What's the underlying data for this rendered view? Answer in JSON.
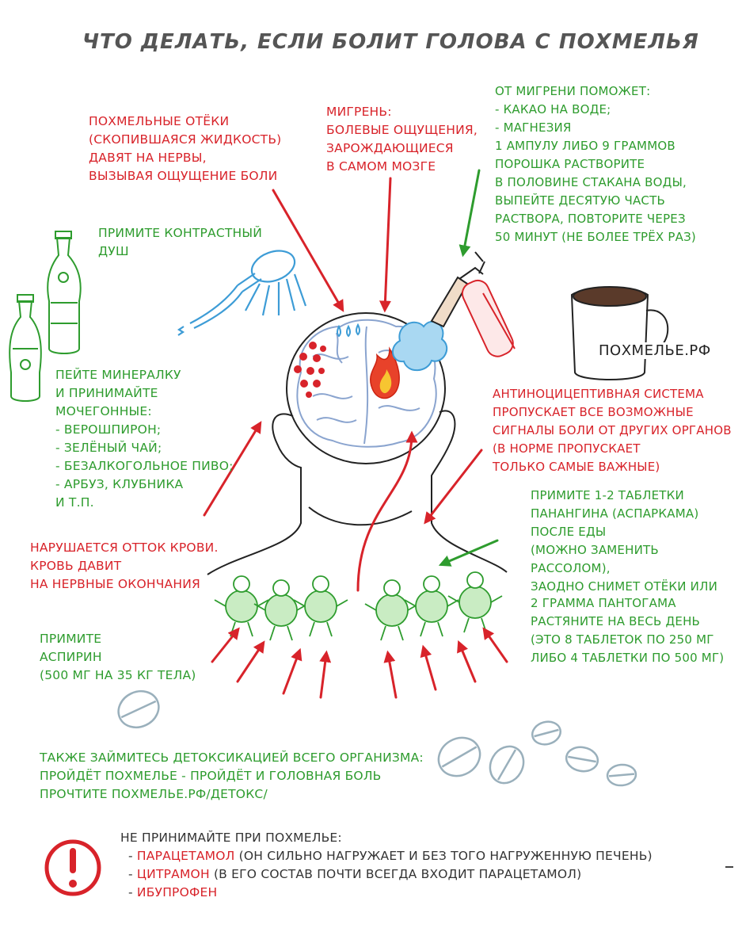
{
  "title": "ЧТО ДЕЛАТЬ, ЕСЛИ БОЛИТ ГОЛОВА С ПОХМЕЛЬЯ",
  "notes": {
    "edema": "ПОХМЕЛЬНЫЕ ОТЁКИ\n(СКОПИВШАЯСЯ ЖИДКОСТЬ)\nДАВЯТ НА НЕРВЫ,\nВЫЗЫВАЯ ОЩУЩЕНИЕ БОЛИ",
    "migraine": "МИГРЕНЬ:\nБОЛЕВЫЕ ОЩУЩЕНИЯ,\nЗАРОЖДАЮЩИЕСЯ\nВ САМОМ МОЗГЕ",
    "migraine_help": "ОТ МИГРЕНИ ПОМОЖЕТ:\n- КАКАО НА ВОДЕ;\n- МАГНЕЗИЯ\n1 АМПУЛУ ЛИБО 9 ГРАММОВ\nПОРОШКА РАСТВОРИТЕ\nВ ПОЛОВИНЕ СТАКАНА ВОДЫ,\nВЫПЕЙТЕ ДЕСЯТУЮ ЧАСТЬ\nРАСТВОРА, ПОВТОРИТЕ ЧЕРЕЗ\n50 МИНУТ (НЕ БОЛЕЕ ТРЁХ РАЗ)",
    "shower": "ПРИМИТЕ КОНТРАСТНЫЙ\nДУШ",
    "mineral": "ПЕЙТЕ МИНЕРАЛКУ\nИ ПРИНИМАЙТЕ\nМОЧЕГОННЫЕ:\n- ВЕРОШПИРОН;\n- ЗЕЛЁНЫЙ ЧАЙ;\n- БЕЗАЛКОГОЛЬНОЕ ПИВО;\n- АРБУЗ, КЛУБНИКА\nИ Т.П.",
    "antinoci": "АНТИНОЦИЦЕПТИВНАЯ СИСТЕМА\nПРОПУСКАЕТ ВСЕ ВОЗМОЖНЫЕ\nСИГНАЛЫ БОЛИ ОТ ДРУГИХ ОРГАНОВ\n(В НОРМЕ ПРОПУСКАЕТ\nТОЛЬКО САМЫЕ ВАЖНЫЕ)",
    "panangin": "ПРИМИТЕ 1-2 ТАБЛЕТКИ\nПАНАНГИНА (АСПАРКАМА)\nПОСЛЕ ЕДЫ\n(МОЖНО ЗАМЕНИТЬ РАССОЛОМ),\nЗАОДНО СНИМЕТ ОТЁКИ ИЛИ",
    "blood": "НАРУШАЕТСЯ ОТТОК КРОВИ.\nКРОВЬ ДАВИТ\nНА НЕРВНЫЕ ОКОНЧАНИЯ",
    "pantogam": "2 ГРАММА ПАНТОГАМА\nРАСТЯНИТЕ НА ВЕСЬ  ДЕНЬ\n(ЭТО 8 ТАБЛЕТОК ПО 250 МГ\nЛИБО 4 ТАБЛЕТКИ ПО 500 МГ)",
    "aspirin": "ПРИМИТЕ\nАСПИРИН\n(500 МГ НА 35 КГ ТЕЛА)",
    "detox": "ТАКЖЕ ЗАЙМИТЕСЬ ДЕТОКСИКАЦИЕЙ ВСЕГО ОРГАНИЗМА:\nПРОЙДЁТ ПОХМЕЛЬЕ - ПРОЙДЁТ И ГОЛОВНАЯ БОЛЬ\nПРОЧТИТЕ ПОХМЕЛЬЕ.РФ/ДЕТОКС/"
  },
  "mug_label": "ПОХМЕЛЬЕ.РФ",
  "warning": {
    "heading": "НЕ ПРИНИМАЙТЕ ПРИ ПОХМЕЛЬЕ:",
    "items": [
      {
        "dash": "- ",
        "name": "ПАРАЦЕТАМОЛ",
        "rest": " (ОН СИЛЬНО НАГРУЖАЕТ И БЕЗ ТОГО НАГРУЖЕННУЮ ПЕЧЕНЬ)"
      },
      {
        "dash": "- ",
        "name": "ЦИТРАМОН",
        "rest": " (В ЕГО СОСТАВ ПОЧТИ ВСЕГДА ВХОДИТ ПАРАЦЕТАМОЛ)"
      },
      {
        "dash": "- ",
        "name": "ИБУПРОФЕН",
        "rest": ""
      }
    ]
  },
  "colors": {
    "red": "#d8232a",
    "green": "#2e9c2e",
    "blue_shower": "#3d9cd6",
    "pill_grey": "#9ab0bc",
    "brain_blue": "#8aa4cf"
  }
}
